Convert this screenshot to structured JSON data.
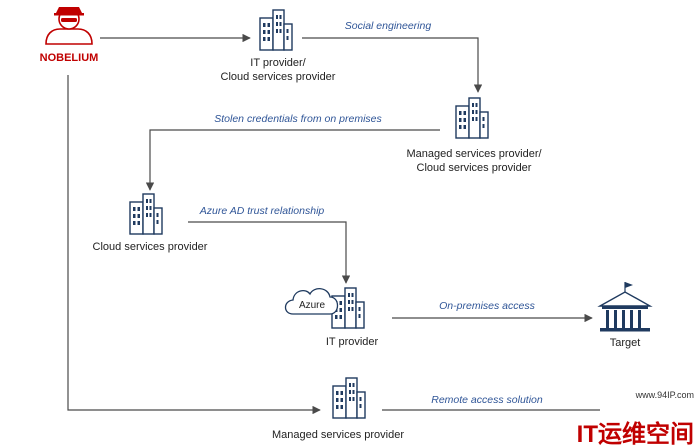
{
  "actor": {
    "label": "NOBELIUM",
    "icon": "hacker-icon",
    "color": "#c00000"
  },
  "nodes": {
    "it_provider_top": {
      "lines": [
        "IT provider/",
        "Cloud services provider"
      ],
      "icon": "building-icon"
    },
    "managed_cloud": {
      "lines": [
        "Managed services provider/",
        "Cloud services provider"
      ],
      "icon": "building-icon"
    },
    "cloud_provider": {
      "label": "Cloud services provider",
      "icon": "building-icon"
    },
    "it_provider_azure": {
      "label": "IT provider",
      "cloud": "Azure",
      "icon": "building-icon"
    },
    "target": {
      "label": "Target",
      "icon": "bank-icon"
    },
    "managed_bottom": {
      "label": "Managed services provider",
      "icon": "building-icon"
    }
  },
  "edges": {
    "social": "Social engineering",
    "stolen": "Stolen credentials from on premises",
    "azure_ad": "Azure AD trust relationship",
    "onprem": "On-premises access",
    "remote": "Remote access solution"
  },
  "watermark": {
    "url": "www.94IP.com",
    "brand": "IT运维空间"
  },
  "colors": {
    "accent": "#2f5597",
    "actor": "#c00000",
    "icon": "#1f3a5f"
  }
}
